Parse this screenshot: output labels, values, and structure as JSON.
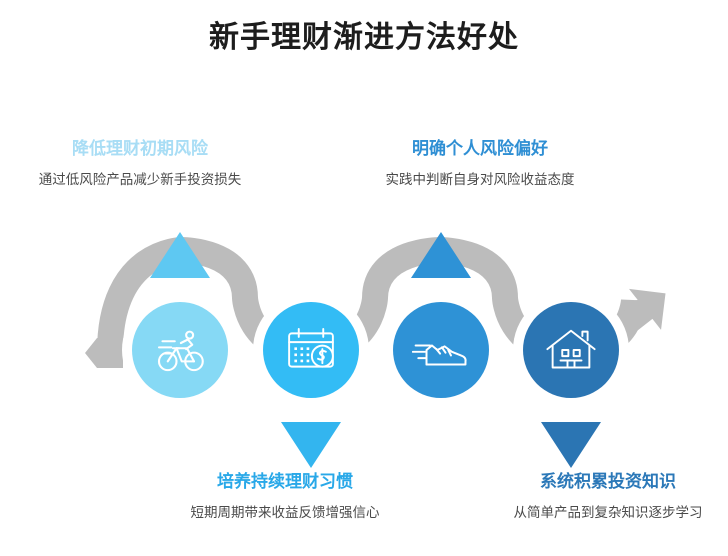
{
  "header": {
    "title": "新手理财渐进方法好处"
  },
  "colors": {
    "background": "#ffffff",
    "title_text": "#1d1d1d",
    "ribbon_gray": "#bcbcbc",
    "subtitle_text": "#4a4a4a",
    "step1": "#86d9f5",
    "step2": "#33bcf5",
    "step3": "#2e92d6",
    "step4": "#2b75b3",
    "arrow_up_left": "#5ec8f2",
    "arrow_down_left": "#33b5ef",
    "arrow_up_right": "#2e92d6",
    "arrow_down_right": "#2b75b3"
  },
  "steps": [
    {
      "id": "step-1",
      "position": "top",
      "icon": "bicycle-icon",
      "circle_color": "#86d9f5",
      "headline": "降低理财初期风险",
      "headline_color": "#a8ddf5",
      "subline": "通过低风险产品减少新手投资损失"
    },
    {
      "id": "step-2",
      "position": "bottom",
      "icon": "calendar-dollar-icon",
      "circle_color": "#33bcf5",
      "headline": "培养持续理财习惯",
      "headline_color": "#29a8e8",
      "subline": "短期周期带来收益反馈增强信心"
    },
    {
      "id": "step-3",
      "position": "top",
      "icon": "running-shoe-icon",
      "circle_color": "#2e92d6",
      "headline": "明确个人风险偏好",
      "headline_color": "#2f8fd4",
      "subline": "实践中判断自身对风险收益态度"
    },
    {
      "id": "step-4",
      "position": "bottom",
      "icon": "house-icon",
      "circle_color": "#2b75b3",
      "headline": "系统积累投资知识",
      "headline_color": "#2b78b8",
      "subline": "从简单产品到复杂知识逐步学习"
    }
  ],
  "connectors": {
    "ribbon_label": "wavy-progress-ribbon",
    "arrow_count": 4
  }
}
